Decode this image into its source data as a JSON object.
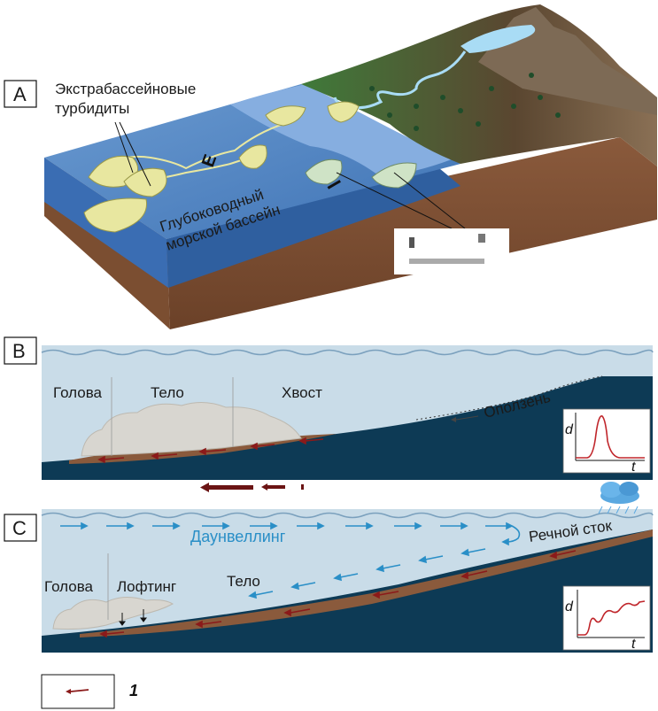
{
  "panel_a": {
    "letter": "A",
    "extrabasin_label_line1": "Экстрабассейновые",
    "extrabasin_label_line2": "турбидиты",
    "basin_label_line1": "Глубоководный",
    "basin_label_line2": "морской бассейн",
    "symbol_e": "Е",
    "symbol_i": "I"
  },
  "panel_b": {
    "letter": "B",
    "head_label": "Голова",
    "body_label": "Тело",
    "tail_label": "Хвост",
    "slide_label": "Оползень",
    "inset_y_label": "d",
    "inset_x_label": "t"
  },
  "panel_c": {
    "letter": "C",
    "downwelling_label": "Даунвеллинг",
    "river_label": "Речной сток",
    "head_label": "Голова",
    "lofting_label": "Лофтинг",
    "body_label": "Тело",
    "inset_y_label": "d",
    "inset_x_label": "t"
  },
  "legend": {
    "number": "1"
  },
  "colors": {
    "water": "#c9dce8",
    "deep_blue": "#0d3a55",
    "sediment": "#8a5a3c",
    "arrow_red": "#8b1a1a",
    "blue_arrow": "#2a8fc7",
    "fan_yellow": "#e8e7a0",
    "fan_green": "#cfe3c6",
    "land_green": "#3f7a3a"
  }
}
